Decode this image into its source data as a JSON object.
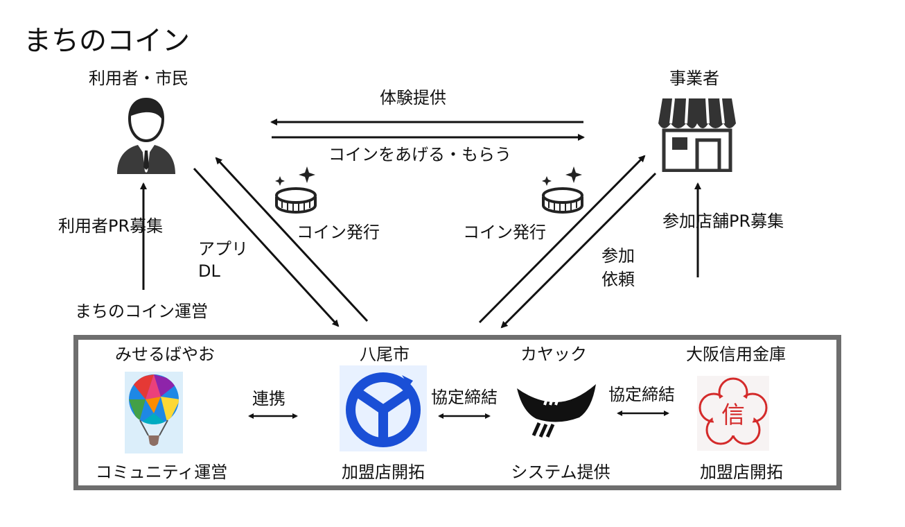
{
  "title": "まちのコイン",
  "nodes": {
    "user": "利用者・市民",
    "business": "事業者"
  },
  "flows": {
    "experience": "体験提供",
    "coin_exchange": "コインをあげる・もらう",
    "coin_issue_left": "コイン発行",
    "coin_issue_right": "コイン発行",
    "user_pr": "利用者PR募集",
    "app_dl_line1": "アプリ",
    "app_dl_line2": "DL",
    "shop_pr": "参加店舗PR募集",
    "join_line1": "参加",
    "join_line2": "依頼",
    "operation": "まちのコイン運営"
  },
  "partners": [
    {
      "name": "みせるばやお",
      "role": "コミュニティ運営",
      "icon": "balloon-logo"
    },
    {
      "name": "八尾市",
      "role": "加盟店開拓",
      "icon": "yao-city-emblem"
    },
    {
      "name": "カヤック",
      "role": "システム提供",
      "icon": "kayak-logo"
    },
    {
      "name": "大阪信用金庫",
      "role": "加盟店開拓",
      "icon": "shin-seal-logo"
    }
  ],
  "links": {
    "renkei": "連携",
    "kyotei_1": "協定締結",
    "kyotei_2": "協定締結"
  },
  "colors": {
    "box_border": "#6e6e6e",
    "yao_blue": "#1a4fd6",
    "shin_red": "#d42a2a",
    "icon_dark": "#222222"
  }
}
